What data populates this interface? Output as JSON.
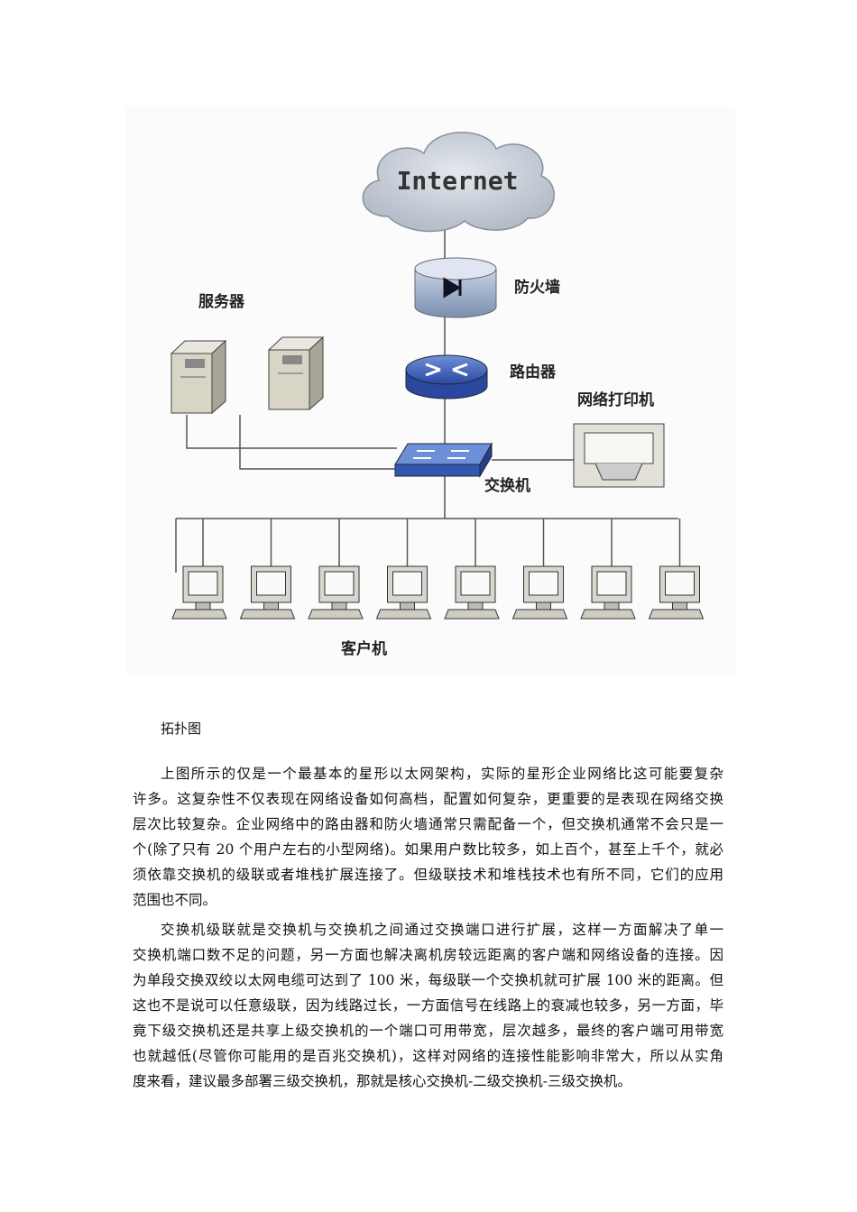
{
  "diagram": {
    "cloud_label": "Internet",
    "firewall_label": "防火墙",
    "router_label": "路由器",
    "switch_label": "交换机",
    "servers_label": "服务器",
    "printer_label": "网络打印机",
    "clients_label": "客户机",
    "client_count": 8,
    "server_count": 2
  },
  "caption": "拓扑图",
  "paragraphs": [
    {
      "lines": [
        "上图所示的仅是一个最基本的星形以太网架构，实际的星形企业网络比这可能要复杂",
        "许多。这复杂性不仅表现在网络设备如何高档，配置如何复杂，更重要的是表现在网络交换",
        "层次比较复杂。企业网络中的路由器和防火墙通常只需配备一个，但交换机通常不会只是一",
        "个(除了只有 20 个用户左右的小型网络)。如果用户数比较多，如上百个，甚至上千个，就必",
        "须依靠交换机的级联或者堆栈扩展连接了。但级联技术和堆栈技术也有所不同，它们的应用",
        "范围也不同。"
      ]
    },
    {
      "lines": [
        "交换机级联就是交换机与交换机之间通过交换端口进行扩展，这样一方面解决了单一",
        "交换机端口数不足的问题，另一方面也解决离机房较远距离的客户端和网络设备的连接。因",
        "为单段交换双绞以太网电缆可达到了 100 米，每级联一个交换机就可扩展 100 米的距离。但",
        "这也不是说可以任意级联，因为线路过长，一方面信号在线路上的衰减也较多，另一方面，毕",
        "竟下级交换机还是共享上级交换机的一个端口可用带宽，层次越多，最终的客户端可用带宽",
        "也就越低(尽管你可能用的是百兆交换机)，这样对网络的连接性能影响非常大，所以从实角",
        "度来看，建议最多部署三级交换机，那就是核心交换机-二级交换机-三级交换机。"
      ]
    }
  ]
}
